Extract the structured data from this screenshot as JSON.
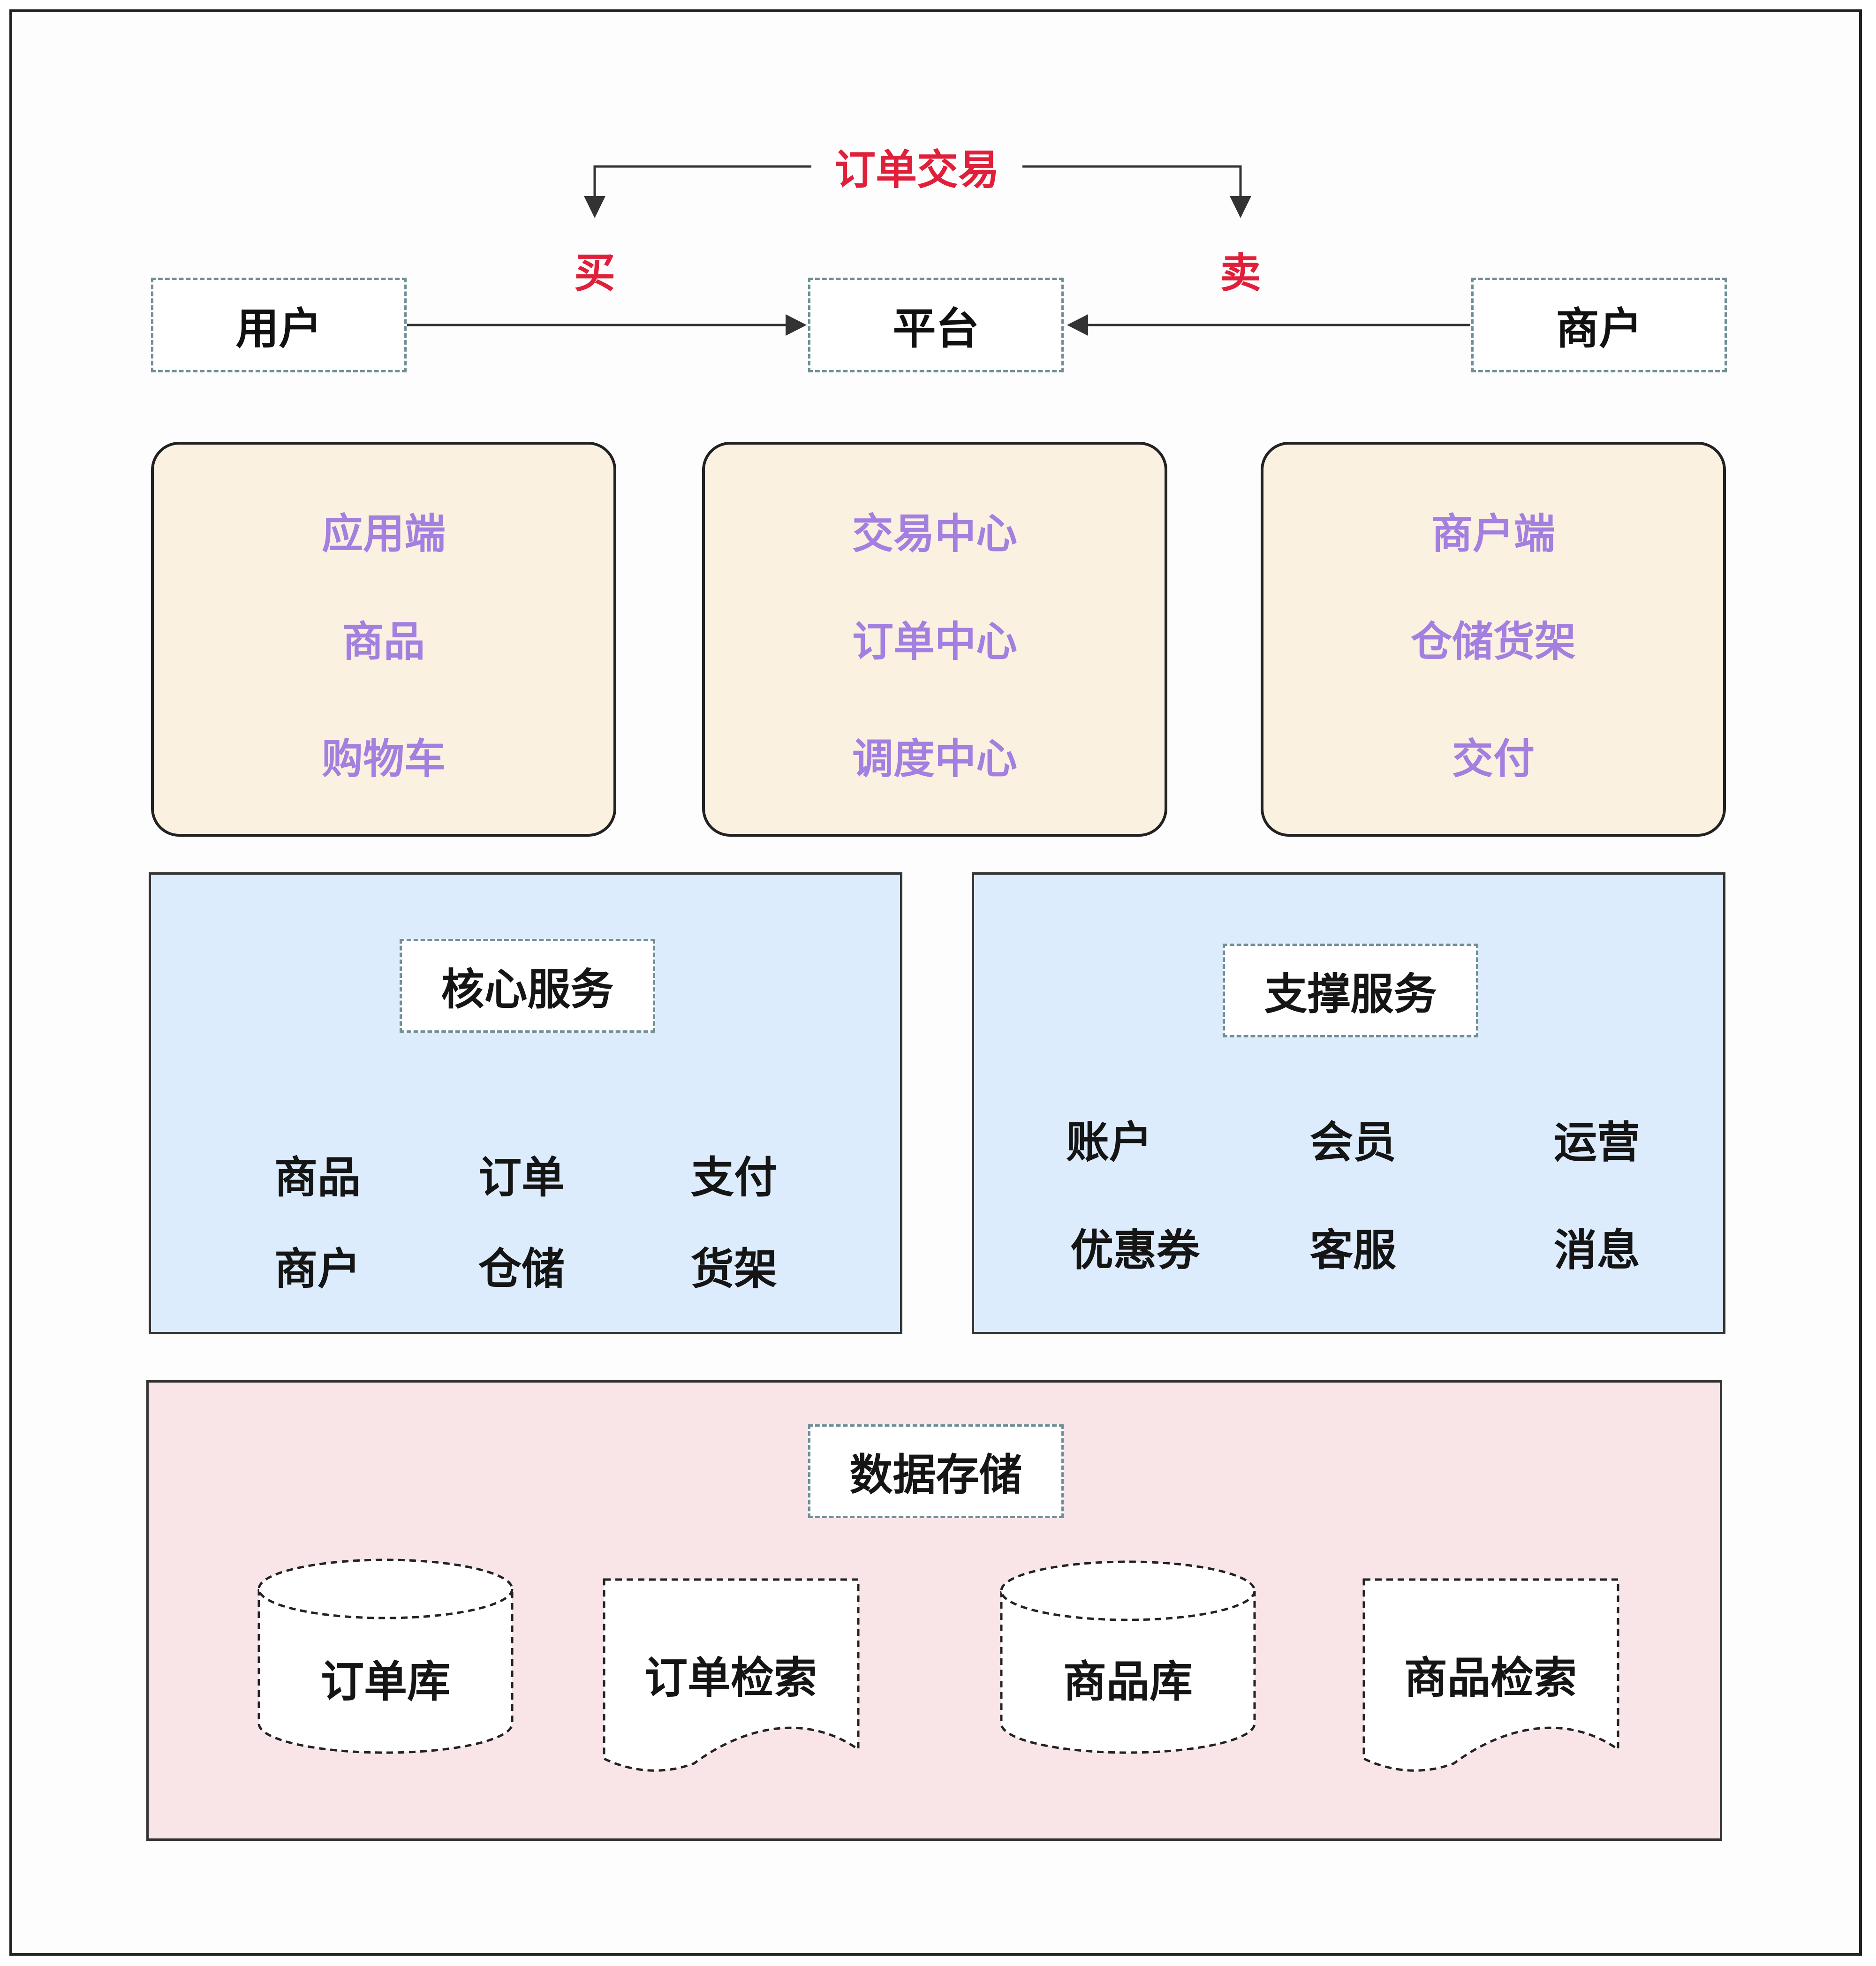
{
  "top": {
    "order_trade": "订单交易",
    "buy": "买",
    "sell": "卖",
    "user": "用户",
    "platform": "平台",
    "merchant": "商户"
  },
  "modules": [
    {
      "items": [
        "应用端",
        "商品",
        "购物车"
      ]
    },
    {
      "items": [
        "交易中心",
        "订单中心",
        "调度中心"
      ]
    },
    {
      "items": [
        "商户端",
        "仓储货架",
        "交付"
      ]
    }
  ],
  "core": {
    "title": "核心服务",
    "items": [
      "商品",
      "订单",
      "支付",
      "商户",
      "仓储",
      "货架"
    ]
  },
  "support": {
    "title": "支撑服务",
    "items": [
      "账户",
      "会员",
      "运营",
      "优惠券",
      "客服",
      "消息"
    ]
  },
  "storage": {
    "title": "数据存储",
    "items": [
      "订单库",
      "订单检索",
      "商品库",
      "商品检索"
    ]
  },
  "colors": {
    "accent_red": "#e0203a",
    "module_text": "#a37fe0",
    "module_bg": "#fbf1e1",
    "service_bg": "#dcecfc",
    "storage_bg": "#f9e5e8"
  }
}
